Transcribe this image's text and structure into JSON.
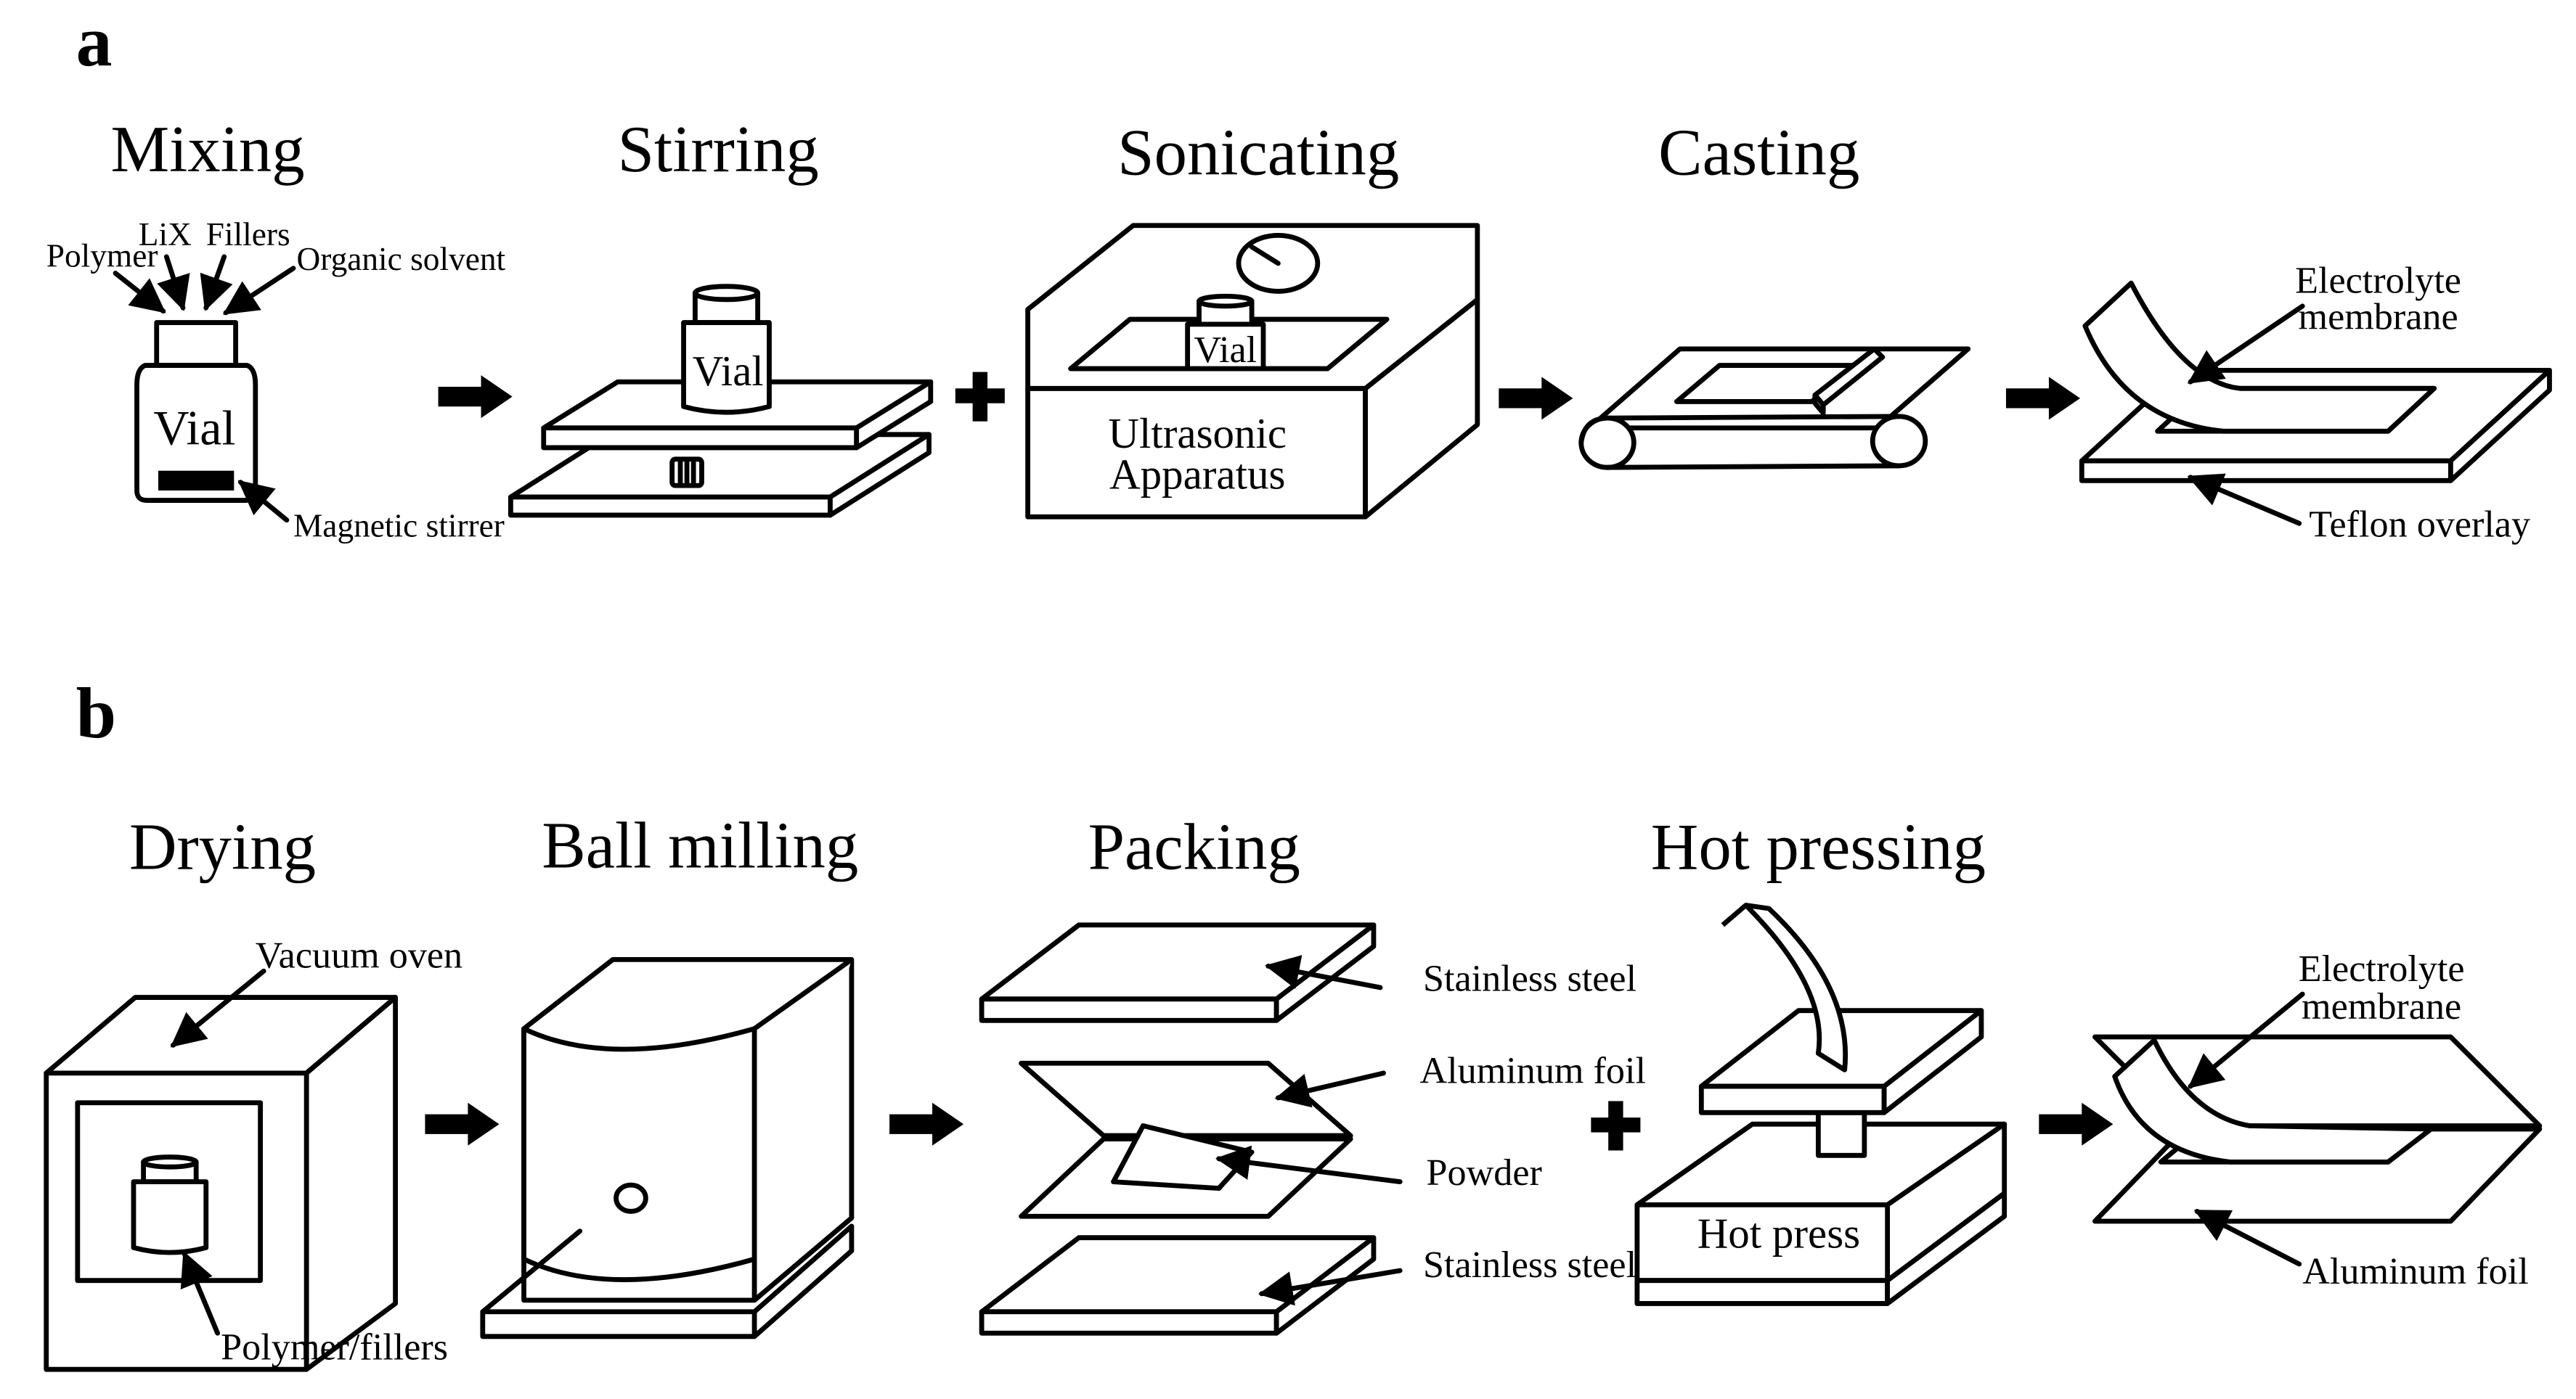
{
  "panels": {
    "a": "a",
    "b": "b"
  },
  "steps_a": {
    "mixing": "Mixing",
    "stirring": "Stirring",
    "sonicating": "Sonicating",
    "casting": "Casting"
  },
  "steps_b": {
    "drying": "Drying",
    "ball_milling": "Ball milling",
    "packing": "Packing",
    "hot_pressing": "Hot pressing"
  },
  "mixing": {
    "polymer": "Polymer",
    "lix": "LiX",
    "fillers": "Fillers",
    "organic_solvent": "Organic solvent",
    "vial": "Vial",
    "magnetic_stirrer": "Magnetic stirrer"
  },
  "stirring": {
    "vial": "Vial"
  },
  "sonicating": {
    "vial": "Vial",
    "apparatus_line1": "Ultrasonic",
    "apparatus_line2": "Apparatus"
  },
  "casting_result": {
    "membrane_line1": "Electrolyte",
    "membrane_line2": "membrane",
    "teflon": "Teflon overlay"
  },
  "drying": {
    "vacuum_oven": "Vacuum oven",
    "polymer_fillers": "Polymer/fillers"
  },
  "packing": {
    "stainless_steel_top": "Stainless steel",
    "aluminum_foil": "Aluminum foil",
    "powder": "Powder",
    "stainless_steel_bottom": "Stainless steel"
  },
  "hot_pressing": {
    "hot_press": "Hot press"
  },
  "pressing_result": {
    "membrane_line1": "Electrolyte",
    "membrane_line2": "membrane",
    "aluminum_foil": "Aluminum foil"
  },
  "colors": {
    "stroke": "#000000",
    "fill": "#ffffff"
  }
}
